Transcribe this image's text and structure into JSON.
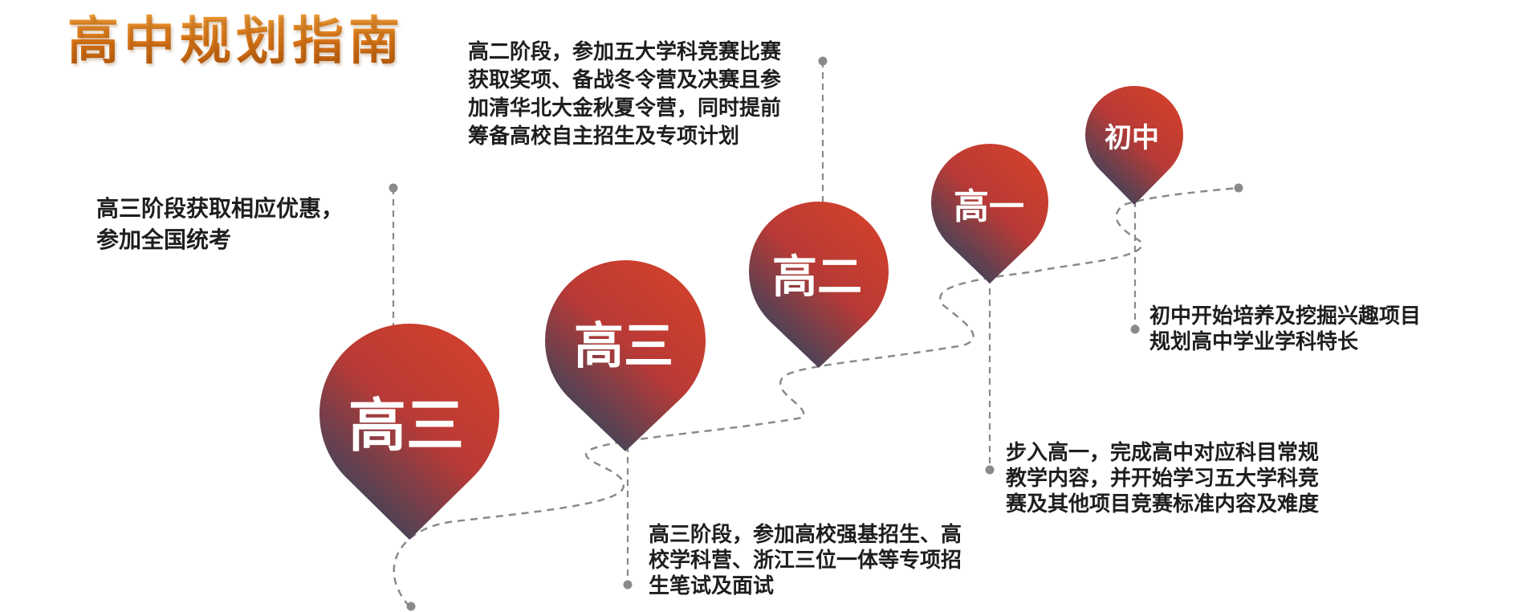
{
  "title": "高中规划指南",
  "colors": {
    "pin_top": "#d0402c",
    "pin_bottom": "#2e4560",
    "path": "#8a8a8a",
    "title_orange": "#e07a1a"
  },
  "pins": [
    {
      "label": "高三"
    },
    {
      "label": "高三"
    },
    {
      "label": "高二"
    },
    {
      "label": "高一"
    },
    {
      "label": "初中"
    }
  ],
  "descriptions": [
    {
      "text": "高三阶段获取相应优惠，\n参加全国统考"
    },
    {
      "text": "高三阶段，参加高校强基招生、高\n校学科营、浙江三位一体等专项招\n生笔试及面试"
    },
    {
      "text": "高二阶段，参加五大学科竞赛比赛\n获取奖项、备战冬令营及决赛且参\n加清华北大金秋夏令营，同时提前\n筹备高校自主招生及专项计划"
    },
    {
      "text": "步入高一，完成高中对应科目常规\n教学内容，并开始学习五大学科竞\n赛及其他项目竞赛标准内容及难度"
    },
    {
      "text": "初中开始培养及挖掘兴趣项目\n规划高中学业学科特长"
    }
  ]
}
